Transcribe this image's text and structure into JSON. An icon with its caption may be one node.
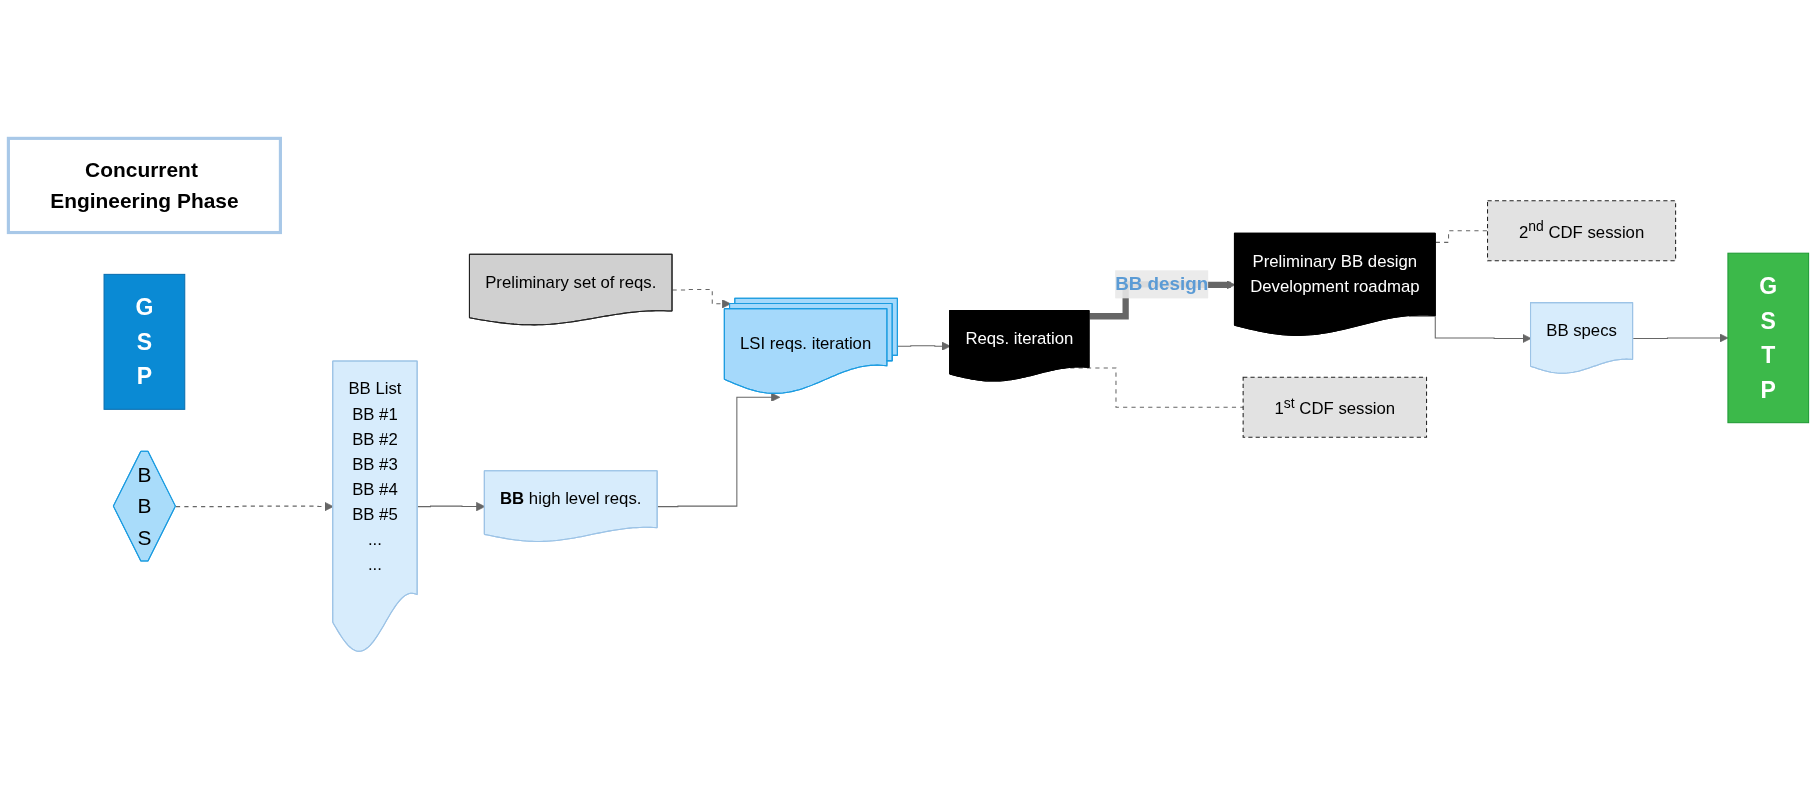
{
  "diagram": {
    "nodes": [
      {
        "text": [
          "Concurrent Engineering Phase"
        ]
      },
      {
        "text": [
          "G S P"
        ]
      },
      {
        "text": [
          "B B S"
        ]
      },
      {
        "text": [
          "BB List",
          "BB #1",
          "BB #2",
          "BB #3",
          "BB #4",
          "BB #5",
          "...",
          "..."
        ]
      },
      {
        "text": [
          "Preliminary set of reqs."
        ]
      },
      {
        "text": [
          "**BB** high level reqs."
        ]
      },
      {
        "text": [
          "LSI reqs. iteration"
        ]
      },
      {
        "text": [
          "Reqs. iteration"
        ]
      },
      {
        "text": [
          "Preliminary BB design",
          "Development roadmap"
        ]
      },
      {
        "text": [
          "1$^{st}$ CDF session"
        ]
      },
      {
        "text": [
          "2$^{nd}$ CDF session"
        ]
      },
      {
        "text": [
          "BB specs"
        ]
      },
      {
        "text": [
          "G S T P"
        ]
      }
    ],
    "edges": [
      {
        "from": 2,
        "to": 3,
        "arrow": "to",
        "style": "dashed"
      },
      {
        "from": 3,
        "to": 5,
        "arrow": "to"
      },
      {
        "from": 4,
        "to": 6,
        "arrow": "to",
        "style": "dashed"
      },
      {
        "from": 5,
        "to": 6,
        "arrow": "to"
      },
      {
        "from": 6,
        "to": 7,
        "arrow": "to"
      },
      {
        "from": 7,
        "to": 8,
        "arrow": "to",
        "style": "thick",
        "label": "BB design"
      },
      {
        "from": 7,
        "to": 9,
        "arrow": "none",
        "style": "dashed"
      },
      {
        "from": 8,
        "to": 10,
        "arrow": "none",
        "style": "dashed"
      },
      {
        "from": 8,
        "to": 11,
        "arrow": "to"
      },
      {
        "from": 11,
        "to": 12,
        "arrow": "to"
      }
    ]
  }
}
